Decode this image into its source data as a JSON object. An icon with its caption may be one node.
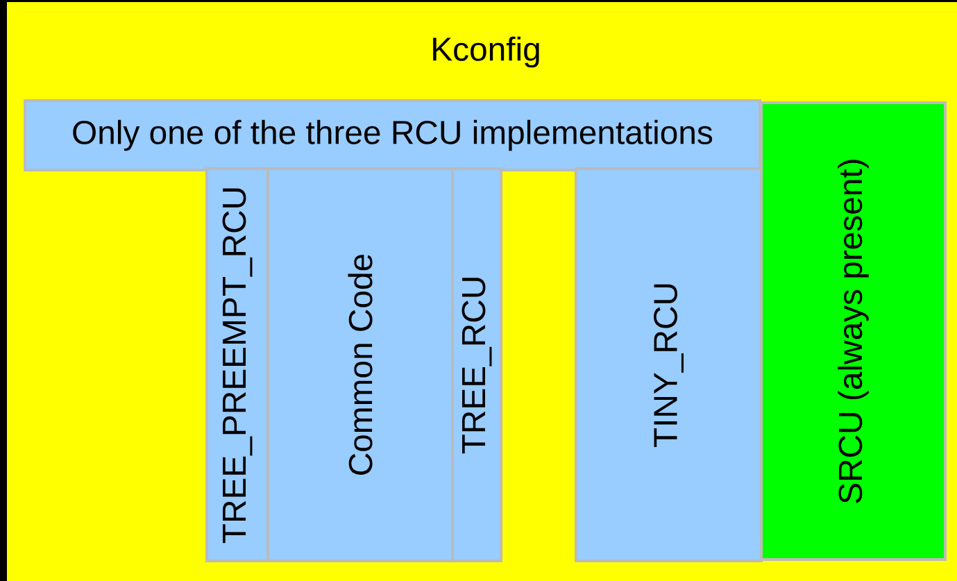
{
  "diagram": {
    "nodes": [
      {
        "text": [
          "Kconfig"
        ]
      },
      {
        "text": [
          "Only one of the three RCU implementations"
        ],
        "in": 0
      },
      {
        "text": [
          "TREE_PREEMPT_RCU"
        ],
        "in": 0
      },
      {
        "text": [
          "Common Code"
        ],
        "in": 0
      },
      {
        "text": [
          "TREE_RCU"
        ],
        "in": 0
      },
      {
        "text": [
          "TINY_RCU"
        ],
        "in": 0
      },
      {
        "text": [
          "SRCU (always present)"
        ],
        "in": 0
      }
    ]
  }
}
